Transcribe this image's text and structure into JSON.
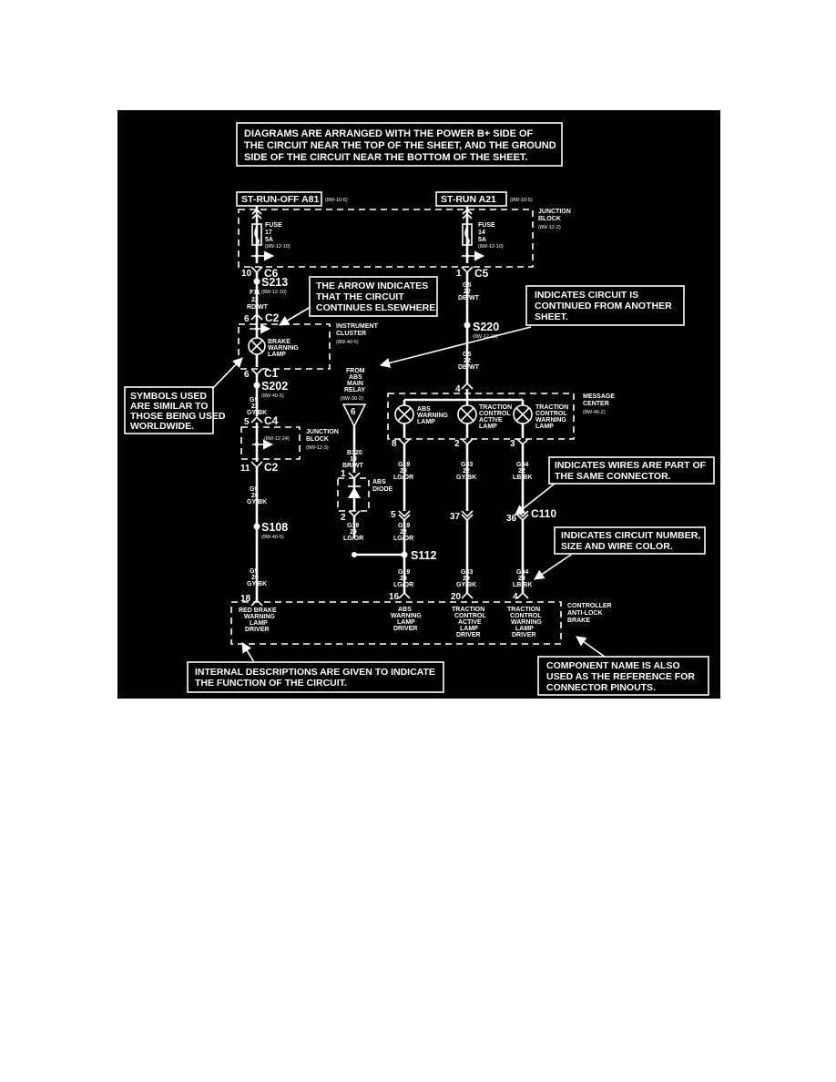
{
  "callouts": {
    "top": [
      "DIAGRAMS ARE ARRANGED WITH THE POWER B+ SIDE OF",
      "THE CIRCUIT NEAR THE TOP OF THE SHEET, AND THE GROUND",
      "SIDE OF THE CIRCUIT NEAR THE BOTTOM OF THE SHEET."
    ],
    "arrow": [
      "THE ARROW INDICATES",
      "THAT THE CIRCUIT",
      "CONTINUES ELSEWHERE."
    ],
    "continued": [
      "INDICATES CIRCUIT IS",
      "CONTINUED FROM ANOTHER",
      "SHEET."
    ],
    "symbols": [
      "SYMBOLS USED",
      "ARE SIMILAR TO",
      "THOSE BEING USED",
      "WORLDWIDE."
    ],
    "same_connector": [
      "INDICATES WIRES ARE PART OF",
      "THE SAME CONNECTOR."
    ],
    "circuit_number": [
      "INDICATES CIRCUIT NUMBER,",
      "SIZE AND WIRE COLOR."
    ],
    "internal": [
      "INTERNAL DESCRIPTIONS ARE GIVEN TO INDICATE",
      "THE FUNCTION OF THE CIRCUIT."
    ],
    "component_name": [
      "COMPONENT NAME IS ALSO",
      "USED AS THE REFERENCE FOR",
      "CONNECTOR PINOUTS."
    ]
  },
  "sources": {
    "left": {
      "label": "ST-RUN-OFF A81",
      "ref": "(8W-10-5)"
    },
    "right": {
      "label": "ST-RUN A21",
      "ref": "(8W-10-5)"
    }
  },
  "junction_block_top": {
    "name": [
      "JUNCTION",
      "BLOCK"
    ],
    "ref": "(8W-12-2)"
  },
  "fuses": [
    {
      "lines": [
        "FUSE",
        "17",
        "5A"
      ],
      "ref": "(8W-12-10)"
    },
    {
      "lines": [
        "FUSE",
        "14",
        "5A"
      ],
      "ref": "(8W-12-10)"
    }
  ],
  "connectors": {
    "c6": {
      "pin": "10",
      "name": "C6"
    },
    "c5": {
      "pin": "1",
      "name": "C5"
    },
    "c2_top": {
      "pin": "6",
      "name": "C2"
    },
    "c1": {
      "pin": "6",
      "name": "C1"
    },
    "c4": {
      "pin": "5",
      "name": "C4"
    },
    "c2_bottom": {
      "pin": "11",
      "name": "C2"
    },
    "c110": {
      "name": "C110"
    }
  },
  "splices": {
    "s213": {
      "name": "S213",
      "ref": "(8W-12-10)"
    },
    "s220": {
      "name": "S220",
      "ref": "(8W-12-10)"
    },
    "s202": {
      "name": "S202",
      "ref": "(8W-40-5)"
    },
    "s108": {
      "name": "S108",
      "ref": "(8W-40-5)"
    },
    "s112": {
      "name": "S112"
    }
  },
  "wires": {
    "f11": [
      "F11",
      "22",
      "RD/WT"
    ],
    "g5a": [
      "G5",
      "22",
      "DB/WT"
    ],
    "g5b": [
      "G5",
      "22",
      "DB/WT"
    ],
    "g9a": [
      "G9",
      "22",
      "GY/BK"
    ],
    "g9b": [
      "G9",
      "20",
      "GY/BK"
    ],
    "g9c": [
      "G9",
      "20",
      "GY/BK"
    ],
    "b120": [
      "B120",
      "18",
      "BR/WT"
    ],
    "g19a": [
      "G19",
      "20",
      "LG/OR"
    ],
    "g19b": [
      "G19",
      "20",
      "LG/OR"
    ],
    "g19c": [
      "G19",
      "22",
      "LG/OR"
    ],
    "g19d": [
      "G19",
      "20",
      "LG/OR"
    ],
    "g83a": [
      "G83",
      "22",
      "GY/BK"
    ],
    "g83b": [
      "G83",
      "20",
      "GY/BK"
    ],
    "g84a": [
      "G84",
      "22",
      "LB/BK"
    ],
    "g84b": [
      "G84",
      "20",
      "LB/BK"
    ]
  },
  "instrument_cluster": {
    "name": [
      "INSTRUMENT",
      "CLUSTER"
    ],
    "ref": "(8W-40-5)",
    "lamp": [
      "BRAKE",
      "WARNING",
      "LAMP"
    ]
  },
  "junction_block_mid": {
    "name": [
      "JUNCTION",
      "BLOCK"
    ],
    "ref": "(8W-12-3)",
    "inner_ref": "(8W-12-24)"
  },
  "abs_relay": {
    "lines": [
      "FROM",
      "ABS",
      "MAIN",
      "RELAY"
    ],
    "ref": "(8W-30-2)",
    "pin": "6"
  },
  "message_center": {
    "name": [
      "MESSAGE",
      "CENTER"
    ],
    "ref": "(8W-46-2)",
    "lamps": [
      {
        "label": [
          "ABS",
          "WARNING",
          "LAMP"
        ],
        "pin": "8"
      },
      {
        "label": [
          "TRACTION",
          "CONTROL",
          "ACTIVE",
          "LAMP"
        ],
        "pin": "2"
      },
      {
        "label": [
          "TRACTION",
          "CONTROL",
          "WARNING",
          "LAMP"
        ],
        "pin": "3"
      }
    ]
  },
  "junction_block_wire_4": "4",
  "abs_diode": {
    "label": [
      "ABS",
      "DIODE"
    ],
    "pin_top": "1",
    "pin_bottom": "2"
  },
  "c110_pins": [
    "5",
    "37",
    "36"
  ],
  "controller": {
    "name": [
      "CONTROLLER",
      "ANTI-LOCK",
      "BRAKE"
    ],
    "pins": [
      {
        "pin": "18",
        "label": [
          "RED BRAKE",
          "WARNING",
          "LAMP",
          "DRIVER"
        ]
      },
      {
        "pin": "16",
        "label": [
          "ABS",
          "WARNING",
          "LAMP",
          "DRIVER"
        ]
      },
      {
        "pin": "20",
        "label": [
          "TRACTION",
          "CONTROL",
          "ACTIVE",
          "LAMP",
          "DRIVER"
        ]
      },
      {
        "pin": "4",
        "label": [
          "TRACTION",
          "CONTROL",
          "WARNING",
          "LAMP",
          "DRIVER"
        ]
      }
    ]
  }
}
